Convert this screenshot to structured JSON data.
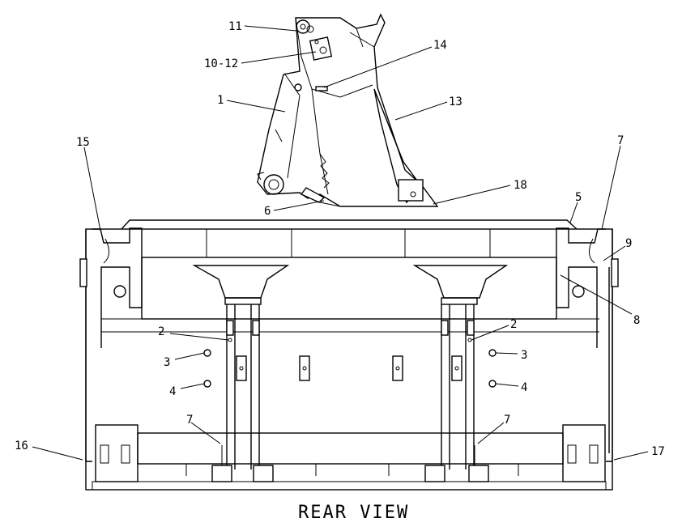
{
  "view_title": "REAR VIEW",
  "callouts": {
    "c1": "1",
    "c2_left": "2",
    "c2_right": "2",
    "c3_left": "3",
    "c3_right": "3",
    "c4_left": "4",
    "c4_right": "4",
    "c5": "5",
    "c6": "6",
    "c7_top": "7",
    "c7_left": "7",
    "c7_right": "7",
    "c8": "8",
    "c9": "9",
    "c10_12": "10-12",
    "c11": "11",
    "c13": "13",
    "c14": "14",
    "c15": "15",
    "c16": "16",
    "c17": "17",
    "c18": "18"
  }
}
